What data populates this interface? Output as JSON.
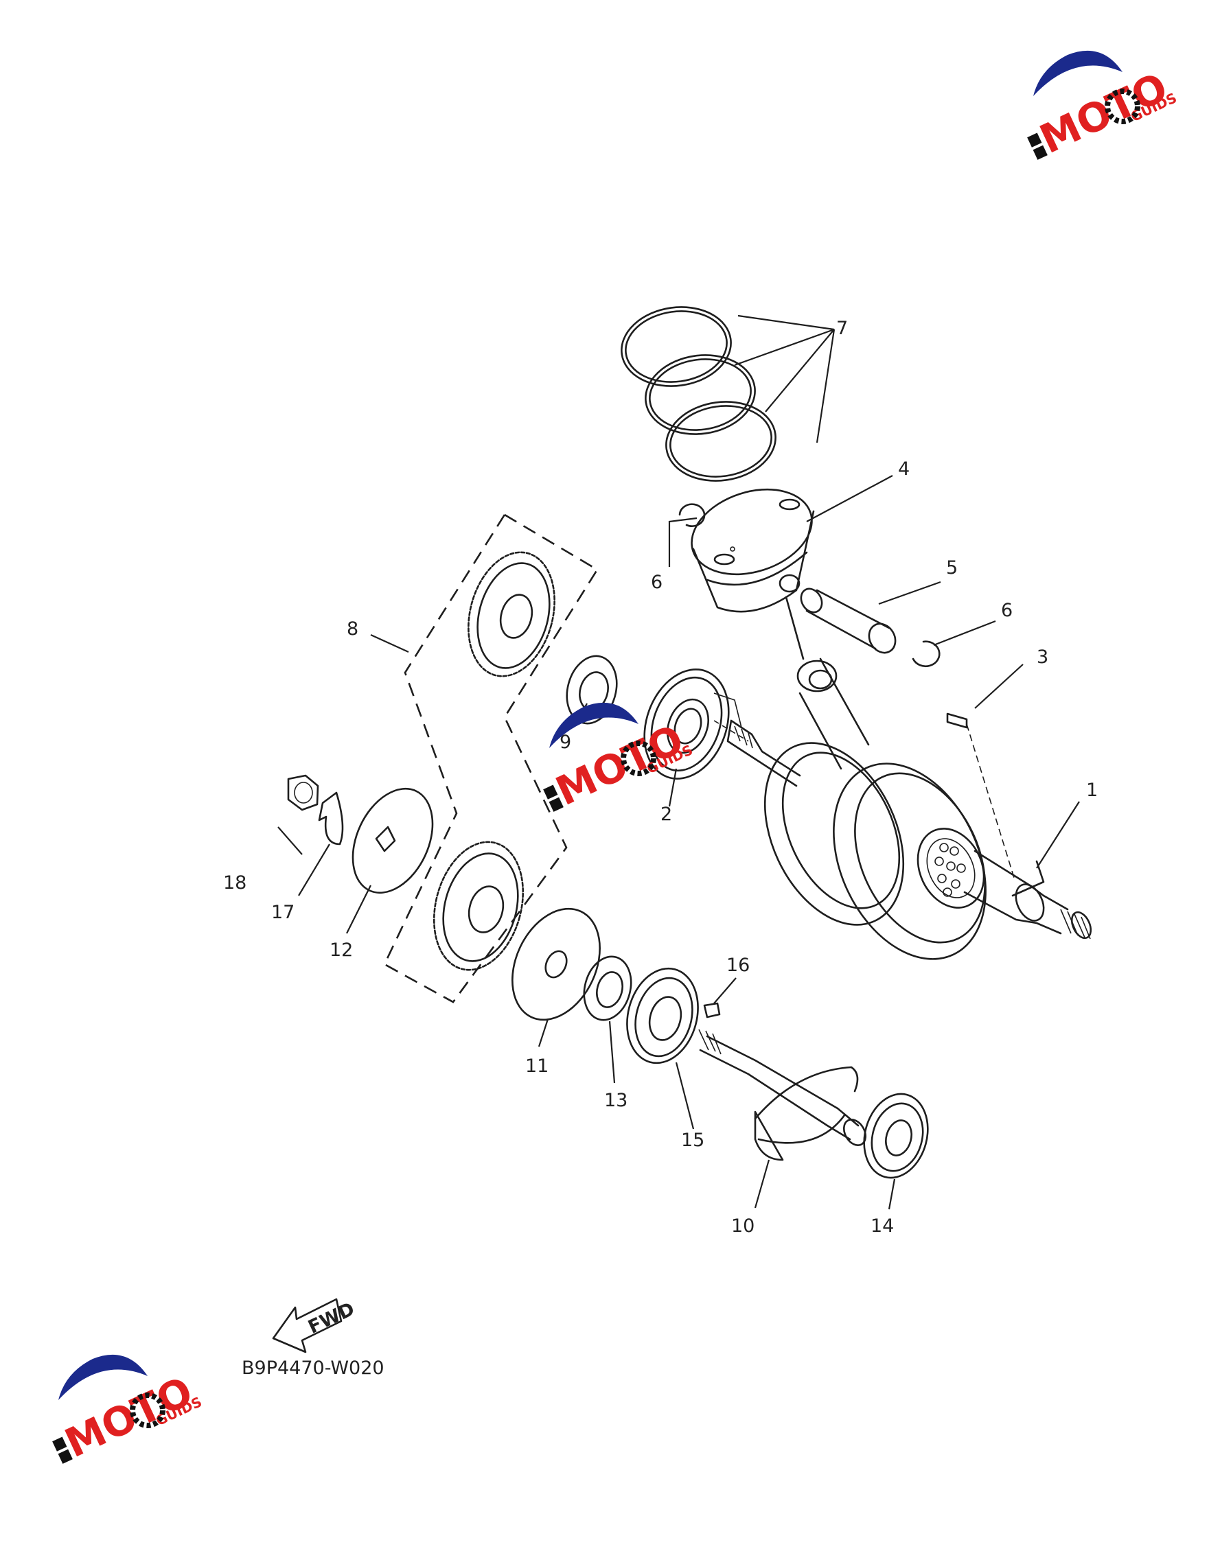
{
  "diagram": {
    "fwd_label": "FWD",
    "figure_code": "B9P4470-W020",
    "callouts": [
      "1",
      "2",
      "3",
      "4",
      "5",
      "6",
      "6",
      "7",
      "8",
      "9",
      "10",
      "11",
      "12",
      "13",
      "14",
      "15",
      "16",
      "17",
      "18"
    ]
  },
  "logo": {
    "brand": "MOTO",
    "suffix": "GUIDS",
    "colors": {
      "swoosh": "#1b2a8c",
      "letters": "#e02020",
      "gear": "#111111"
    }
  },
  "colors": {
    "line": "#1e1e1e",
    "background": "#ffffff"
  }
}
